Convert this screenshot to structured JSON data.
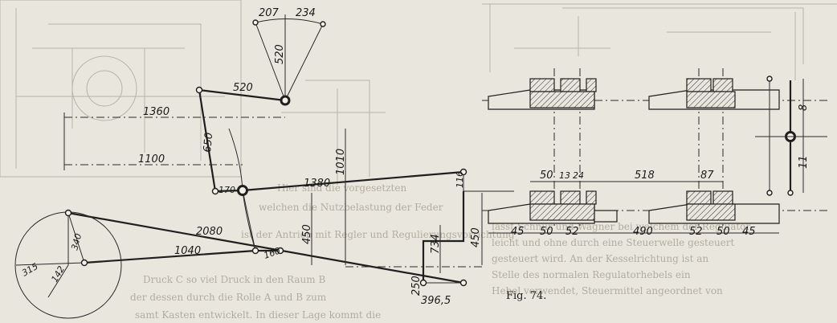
{
  "figure": {
    "caption": "Fig. 74.",
    "linkage_dimensions": {
      "chord_left": "207",
      "chord_right": "234",
      "vertical": "520",
      "top_arm": "520",
      "span_long": "1360",
      "span_short": "1100",
      "lever_left": "650",
      "pivot": "170",
      "long_rod": "1380",
      "height_center": "1010",
      "small_right": "116",
      "height_mid": "450",
      "rod_2080": "2080",
      "rod_1040": "1040",
      "small_160": "160",
      "vertical_734": "734",
      "height_right": "450",
      "crank_radius": "340",
      "crank_315": "315",
      "crank_small": "142",
      "bottom_250": "250",
      "bottom_3965": "396,5"
    },
    "valve_dimensions": {
      "top_row": [
        "50",
        "13",
        "24",
        "518",
        "87"
      ],
      "bottom_row": [
        "45",
        "50",
        "52",
        "490",
        "52",
        "50",
        "45"
      ],
      "right_top": "8",
      "right_bottom": "11"
    },
    "background_text": [
      "Hier sind die vorgesetzten",
      "welchen die Nutzbelastung der Feder",
      "ist der Antrieb mit Regler und Regulierungsvorrichtung",
      "Druck C so viel Druck in den Raum B",
      "der dessen durch die Rolle A und B zum",
      "samt Kasten entwickelt. In dieser Lage kommt die",
      "lasst Schnur und Wagner bei welchem der Regulator",
      "leicht und ohne durch eine Steuerwelle gesteuert",
      "gesteuert wird. An der Kesselrichtung ist an",
      "Stelle des normalen Regulatorhebels ein",
      "Hebel verwendet, Steuermittel angeordnet von"
    ]
  }
}
